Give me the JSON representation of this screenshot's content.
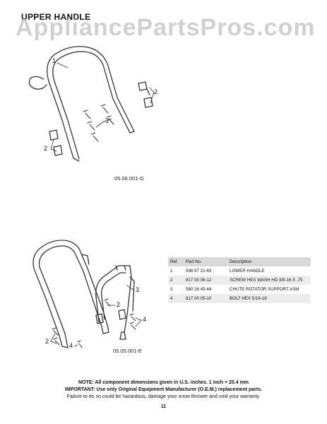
{
  "header": {
    "title": "UPPER HANDLE"
  },
  "watermark": {
    "text": "AppliancePartsPros.com"
  },
  "diagrams": {
    "top": {
      "label": "05.06.001-G",
      "callouts": {
        "a": "1",
        "b": "2",
        "c": "3",
        "d": "2"
      }
    },
    "bottom": {
      "label": "05.05.001-E",
      "callouts": {
        "a": "3",
        "b": "2",
        "c": "4",
        "d": "2",
        "e": "4"
      }
    }
  },
  "parts_table": {
    "headers": [
      "Ref.",
      "Part No.",
      "Description"
    ],
    "rows": [
      {
        "ref": "1",
        "part_no": "598 67 21-63",
        "description": "LOWER HANDLE"
      },
      {
        "ref": "2",
        "part_no": "817 00 06-12",
        "description": "SCREW HEX WASH HD 3/8-16 X .75"
      },
      {
        "ref": "3",
        "part_no": "580 26 45-64",
        "description": "CHUTE ROTATOR SUPPORT ASM"
      },
      {
        "ref": "4",
        "part_no": "817 00 05-10",
        "description": "BOLT HEX 5/16-18"
      }
    ]
  },
  "footer": {
    "note": "NOTE:  All component dimensions given in U.S. inches.   1 inch = 25.4 mm",
    "important": "IMPORTANT: Use only Original Equipment Manufacturer (O.E.M.) replacement parts.",
    "warning": "Failure to do so could be hazardous, damage your snow thrower and void your warranty.",
    "page_number": "11"
  }
}
